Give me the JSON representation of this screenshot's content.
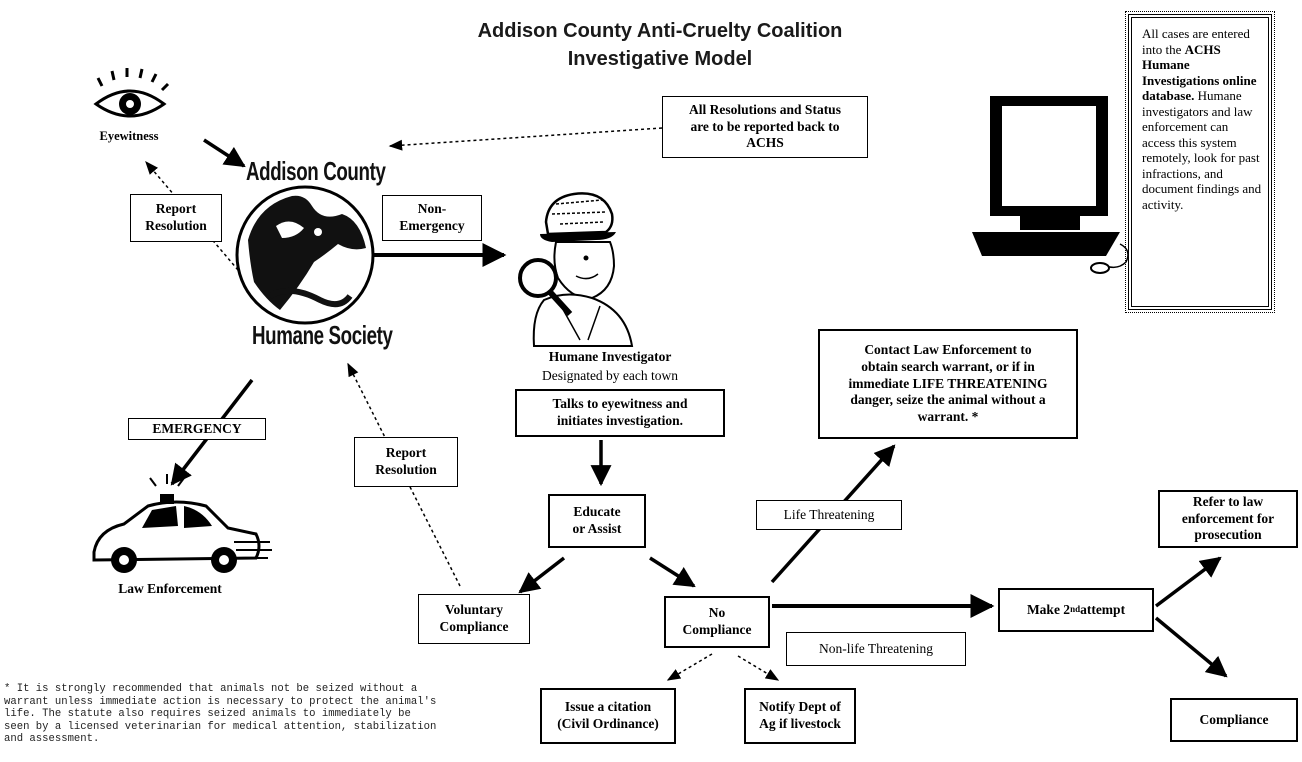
{
  "title": {
    "line1": "Addison County Anti-Cruelty Coalition",
    "line2": "Investigative Model"
  },
  "logo": {
    "top": "Addison County",
    "bottom": "Humane Society"
  },
  "eyewitness_label": "Eyewitness",
  "investigator": {
    "title": "Humane Investigator",
    "subtitle": "Designated by each town"
  },
  "law_enforcement_label": "Law Enforcement",
  "database_note": {
    "pre": "All cases are entered into the ",
    "bold": "ACHS Humane Investigations online database.",
    "post": " Humane investigators and law enforcement can access this system remotely, look for past infractions, and document findings and activity."
  },
  "boxes": {
    "resolutions": "All Resolutions and Status\nare to be reported back to\nACHS",
    "report_resolution_top": "Report\nResolution",
    "non_emergency": "Non-\nEmergency",
    "emergency": "EMERGENCY",
    "report_resolution_mid": "Report\nResolution",
    "talks": "Talks to eyewitness and\ninitiates investigation.",
    "educate": "Educate\nor Assist",
    "contact_law": "Contact Law Enforcement to\nobtain search warrant, or if in\nimmediate LIFE THREATENING\ndanger, seize the animal without a\nwarrant. *",
    "life_threatening": "Life Threatening",
    "voluntary": "Voluntary\nCompliance",
    "no_compliance": "No\nCompliance",
    "non_life_threatening": "Non-life Threatening",
    "make_second_pre": "Make 2",
    "make_second_sup": "nd",
    "make_second_post": " attempt",
    "refer": "Refer to law\nenforcement for\nprosecution",
    "compliance": "Compliance",
    "issue_citation": "Issue a citation\n(Civil Ordinance)",
    "notify": "Notify Dept of\nAg if livestock"
  },
  "footnote": "* It is strongly recommended that animals not be seized without a\nwarrant unless immediate action is necessary to protect the animal's\nlife. The statute also requires seized animals to immediately be\nseen by a licensed veterinarian for medical attention, stabilization\nand assessment.",
  "colors": {
    "ink": "#000000",
    "background": "#ffffff"
  }
}
